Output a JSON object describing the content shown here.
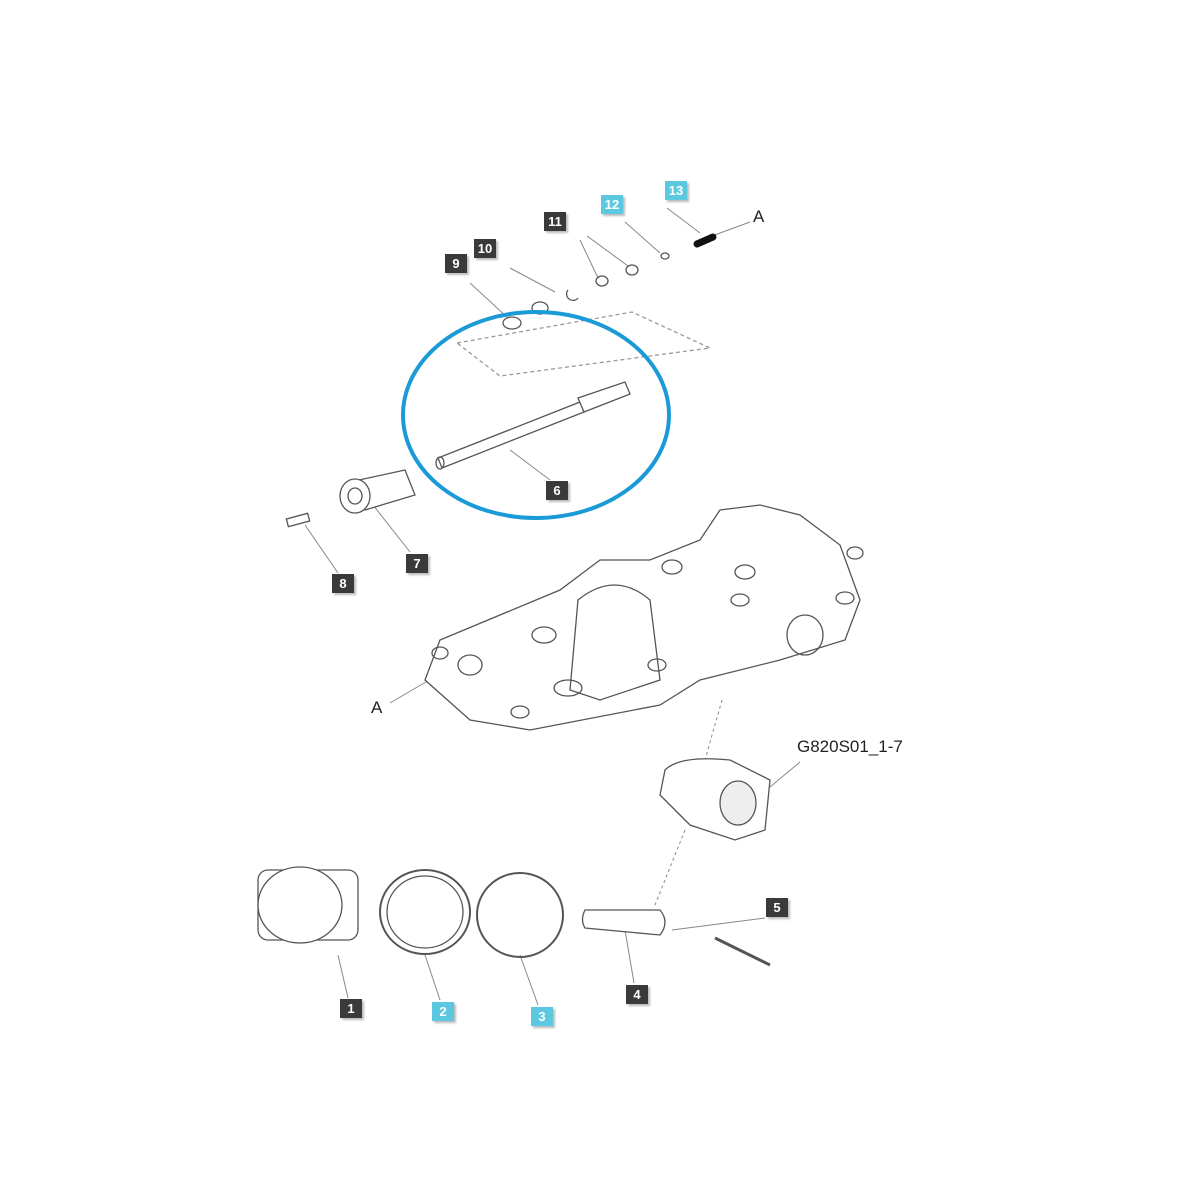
{
  "diagram_ref": "G820S01_1-7",
  "reference_marks": [
    "A",
    "A"
  ],
  "colors": {
    "callout_dark": "#3a3a3a",
    "callout_highlight": "#5cc8e0",
    "highlight_circle": "#1a9ad6"
  },
  "highlighted_part": "6",
  "callouts": [
    {
      "label": "1",
      "highlight": false
    },
    {
      "label": "2",
      "highlight": true
    },
    {
      "label": "3",
      "highlight": true
    },
    {
      "label": "4",
      "highlight": false
    },
    {
      "label": "5",
      "highlight": false
    },
    {
      "label": "6",
      "highlight": false
    },
    {
      "label": "7",
      "highlight": false
    },
    {
      "label": "8",
      "highlight": false
    },
    {
      "label": "9",
      "highlight": false
    },
    {
      "label": "10",
      "highlight": false
    },
    {
      "label": "11",
      "highlight": false
    },
    {
      "label": "12",
      "highlight": true
    },
    {
      "label": "13",
      "highlight": true
    }
  ]
}
